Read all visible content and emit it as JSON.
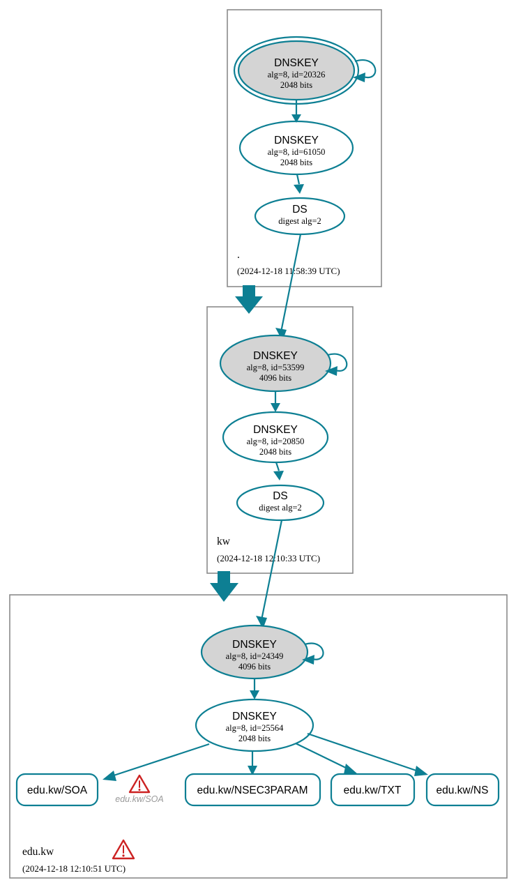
{
  "diagram": {
    "title": "DNSSEC authentication chain for edu.kw",
    "accent_color": "#0d7f93",
    "shaded_node_fill": "#d4d4d4",
    "zone_box_stroke": "#8a8a8a",
    "warning_color": "#cc2222"
  },
  "zones": [
    {
      "id": "root",
      "name": ".",
      "timestamp": "(2024-12-18 11:58:39 UTC)",
      "nodes": [
        {
          "id": "root-ksk",
          "type": "DNSKEY",
          "title": "DNSKEY",
          "line2": "alg=8, id=20326",
          "line3": "2048 bits",
          "shaded": true,
          "trust_anchor": true,
          "self_signed": true
        },
        {
          "id": "root-zsk",
          "type": "DNSKEY",
          "title": "DNSKEY",
          "line2": "alg=8, id=61050",
          "line3": "2048 bits",
          "shaded": false,
          "trust_anchor": false,
          "self_signed": false
        },
        {
          "id": "root-ds",
          "type": "DS",
          "title": "DS",
          "line2": "digest alg=2",
          "line3": "",
          "shaded": false,
          "trust_anchor": false,
          "self_signed": false
        }
      ]
    },
    {
      "id": "kw",
      "name": "kw",
      "timestamp": "(2024-12-18 12:10:33 UTC)",
      "nodes": [
        {
          "id": "kw-ksk",
          "type": "DNSKEY",
          "title": "DNSKEY",
          "line2": "alg=8, id=53599",
          "line3": "4096 bits",
          "shaded": true,
          "trust_anchor": false,
          "self_signed": true
        },
        {
          "id": "kw-zsk",
          "type": "DNSKEY",
          "title": "DNSKEY",
          "line2": "alg=8, id=20850",
          "line3": "2048 bits",
          "shaded": false,
          "trust_anchor": false,
          "self_signed": false
        },
        {
          "id": "kw-ds",
          "type": "DS",
          "title": "DS",
          "line2": "digest alg=2",
          "line3": "",
          "shaded": false,
          "trust_anchor": false,
          "self_signed": false
        }
      ]
    },
    {
      "id": "edukw",
      "name": "edu.kw",
      "timestamp": "(2024-12-18 12:10:51 UTC)",
      "has_warning": true,
      "nodes": [
        {
          "id": "edukw-ksk",
          "type": "DNSKEY",
          "title": "DNSKEY",
          "line2": "alg=8, id=24349",
          "line3": "4096 bits",
          "shaded": true,
          "trust_anchor": false,
          "self_signed": true
        },
        {
          "id": "edukw-zsk",
          "type": "DNSKEY",
          "title": "DNSKEY",
          "line2": "alg=8, id=25564",
          "line3": "2048 bits",
          "shaded": false,
          "trust_anchor": false,
          "self_signed": false
        }
      ],
      "rrsets": [
        {
          "id": "rrset-soa",
          "label": "edu.kw/SOA",
          "warning": true,
          "warning_label": "edu.kw/SOA"
        },
        {
          "id": "rrset-nsec3param",
          "label": "edu.kw/NSEC3PARAM",
          "warning": false,
          "warning_label": ""
        },
        {
          "id": "rrset-txt",
          "label": "edu.kw/TXT",
          "warning": false,
          "warning_label": ""
        },
        {
          "id": "rrset-ns",
          "label": "edu.kw/NS",
          "warning": false,
          "warning_label": ""
        }
      ]
    }
  ]
}
